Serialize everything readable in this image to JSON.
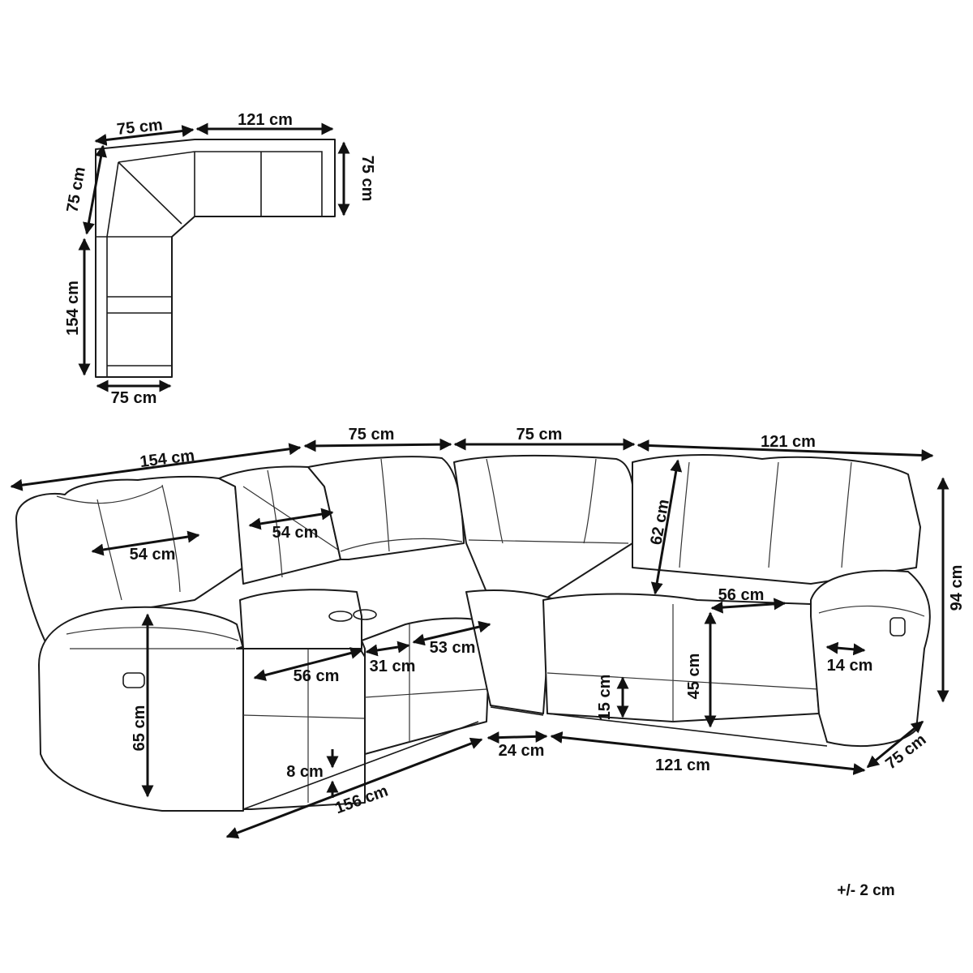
{
  "colors": {
    "line": "#111111",
    "background": "#ffffff"
  },
  "top_view": {
    "top_left_width": "75 cm",
    "top_right_length": "121 cm",
    "right_end_depth": "75 cm",
    "left_upper_depth": "75 cm",
    "left_length": "154 cm",
    "bottom_width": "75 cm"
  },
  "front_view": {
    "overall_left": "154 cm",
    "top_segment_1": "75 cm",
    "top_segment_2": "75 cm",
    "top_right": "121 cm",
    "height_total": "94 cm",
    "back_height": "62 cm",
    "seat_width_left_back": "54 cm",
    "seat_width_center_back": "54 cm",
    "seat_width_right": "56 cm",
    "seat_depth_left": "56 cm",
    "console_width": "31 cm",
    "seat_width_center": "53 cm",
    "armrest_height": "65 cm",
    "ground_clearance": "8 cm",
    "front_length_left": "156 cm",
    "corner_gap": "24 cm",
    "front_length_right": "121 cm",
    "depth_right": "75 cm",
    "footrest_height": "15 cm",
    "seat_height": "45 cm",
    "arm_offset": "14 cm"
  },
  "tolerance": "+/- 2 cm"
}
